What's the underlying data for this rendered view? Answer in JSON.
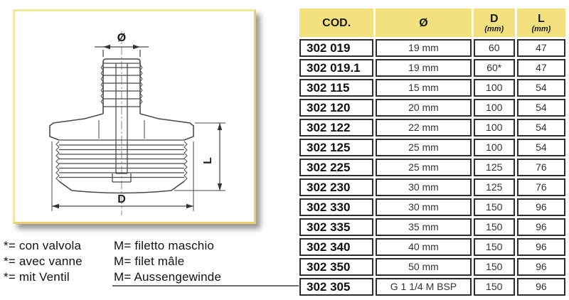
{
  "drawing": {
    "dim_labels": {
      "diameter": "Ø",
      "length": "L",
      "width": "D"
    }
  },
  "footnotes": {
    "left": [
      "*= con valvola",
      "*= avec vanne",
      "*= mit Ventil"
    ],
    "right": [
      "M= filetto maschio",
      "M= filet mâle",
      "M= Aussengewinde"
    ]
  },
  "table": {
    "headers": [
      {
        "label": "COD.",
        "sub": ""
      },
      {
        "label": "Ø",
        "sub": ""
      },
      {
        "label": "D",
        "sub": "(mm)"
      },
      {
        "label": "L",
        "sub": "(mm)"
      }
    ],
    "rows": [
      [
        "302 019",
        "19 mm",
        "60",
        "47"
      ],
      [
        "302 019.1",
        "19 mm",
        "60*",
        "47"
      ],
      [
        "302 115",
        "15 mm",
        "100",
        "54"
      ],
      [
        "302 120",
        "20 mm",
        "100",
        "54"
      ],
      [
        "302 122",
        "22 mm",
        "100",
        "54"
      ],
      [
        "302 125",
        "25 mm",
        "100",
        "54"
      ],
      [
        "302 225",
        "25 mm",
        "125",
        "76"
      ],
      [
        "302 230",
        "30 mm",
        "125",
        "76"
      ],
      [
        "302 330",
        "30 mm",
        "150",
        "96"
      ],
      [
        "302 335",
        "35 mm",
        "150",
        "96"
      ],
      [
        "302 340",
        "40 mm",
        "150",
        "96"
      ],
      [
        "302 350",
        "50 mm",
        "150",
        "96"
      ],
      [
        "302 305",
        "G 1 1/4 M BSP",
        "150",
        "96"
      ]
    ]
  },
  "colors": {
    "header_yellow": "#F3E07E",
    "box_border_light": "#F3E9A0",
    "box_border_dark": "#E8D166",
    "grid_line": "#2d2d2d",
    "drawing_line": "#4a4a4a"
  }
}
